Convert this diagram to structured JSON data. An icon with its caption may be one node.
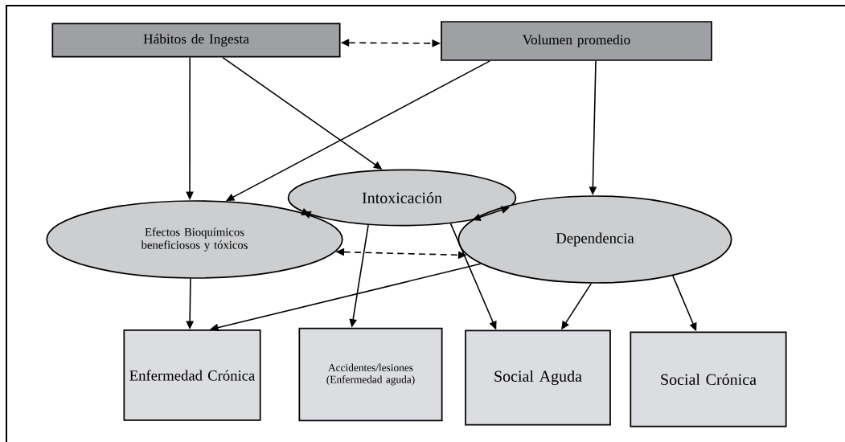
{
  "diagram": {
    "nodes": [
      {
        "text": [
          "Hábitos de Ingesta"
        ]
      },
      {
        "text": [
          "Volumen promedio"
        ]
      },
      {
        "text": [
          "Efectos Bioquímicos beneficiosos y tóxicos"
        ]
      },
      {
        "text": [
          "Intoxicación"
        ]
      },
      {
        "text": [
          "Dependencia"
        ]
      },
      {
        "text": [
          "Enfermedad Crónica"
        ]
      },
      {
        "text": [
          "Accidentes/lesiones (Enfermedad aguda)"
        ]
      },
      {
        "text": [
          "Social Aguda"
        ]
      },
      {
        "text": [
          "Social Crónica"
        ]
      }
    ],
    "edges": [
      {
        "from": 0,
        "to": 2,
        "arrow": "to"
      },
      {
        "from": 0,
        "to": 3,
        "arrow": "to"
      },
      {
        "from": 1,
        "to": 2,
        "arrow": "to"
      },
      {
        "from": 1,
        "to": 4,
        "arrow": "to"
      },
      {
        "from": 0,
        "to": 1,
        "arrow": "both",
        "style": "dashed"
      },
      {
        "from": 2,
        "to": 3,
        "arrow": "both"
      },
      {
        "from": 3,
        "to": 4,
        "arrow": "both"
      },
      {
        "from": 2,
        "to": 4,
        "arrow": "both",
        "style": "dashed"
      },
      {
        "from": 2,
        "to": 5,
        "arrow": "to"
      },
      {
        "from": 4,
        "to": 5,
        "arrow": "to"
      },
      {
        "from": 3,
        "to": 6,
        "arrow": "to"
      },
      {
        "from": 3,
        "to": 7,
        "arrow": "to"
      },
      {
        "from": 4,
        "to": 7,
        "arrow": "to"
      },
      {
        "from": 4,
        "to": 8,
        "arrow": "to"
      }
    ]
  }
}
